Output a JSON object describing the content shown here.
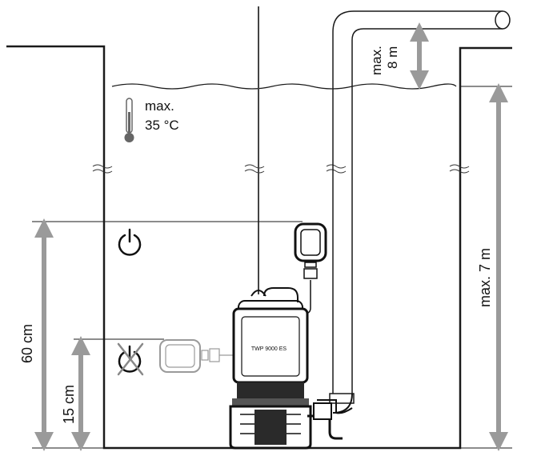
{
  "labels": {
    "max_depth": "max. 7 m",
    "max_head_line1": "max.",
    "max_head_line2": "8 m",
    "temp_line1": "max.",
    "temp_line2": "35 °C",
    "switch_on_height": "60 cm",
    "switch_off_height": "15 cm",
    "pump_model": "TWP 9000 ES"
  },
  "icons": {
    "on": "power-icon",
    "off": "power-off-crossed-icon",
    "temperature": "thermometer-icon"
  },
  "colors": {
    "line": "#1a1a1a",
    "arrow": "#999999",
    "pump_dark": "#2a2a2a",
    "pump_mid": "#555555",
    "float_off": "#9a9a9a"
  }
}
